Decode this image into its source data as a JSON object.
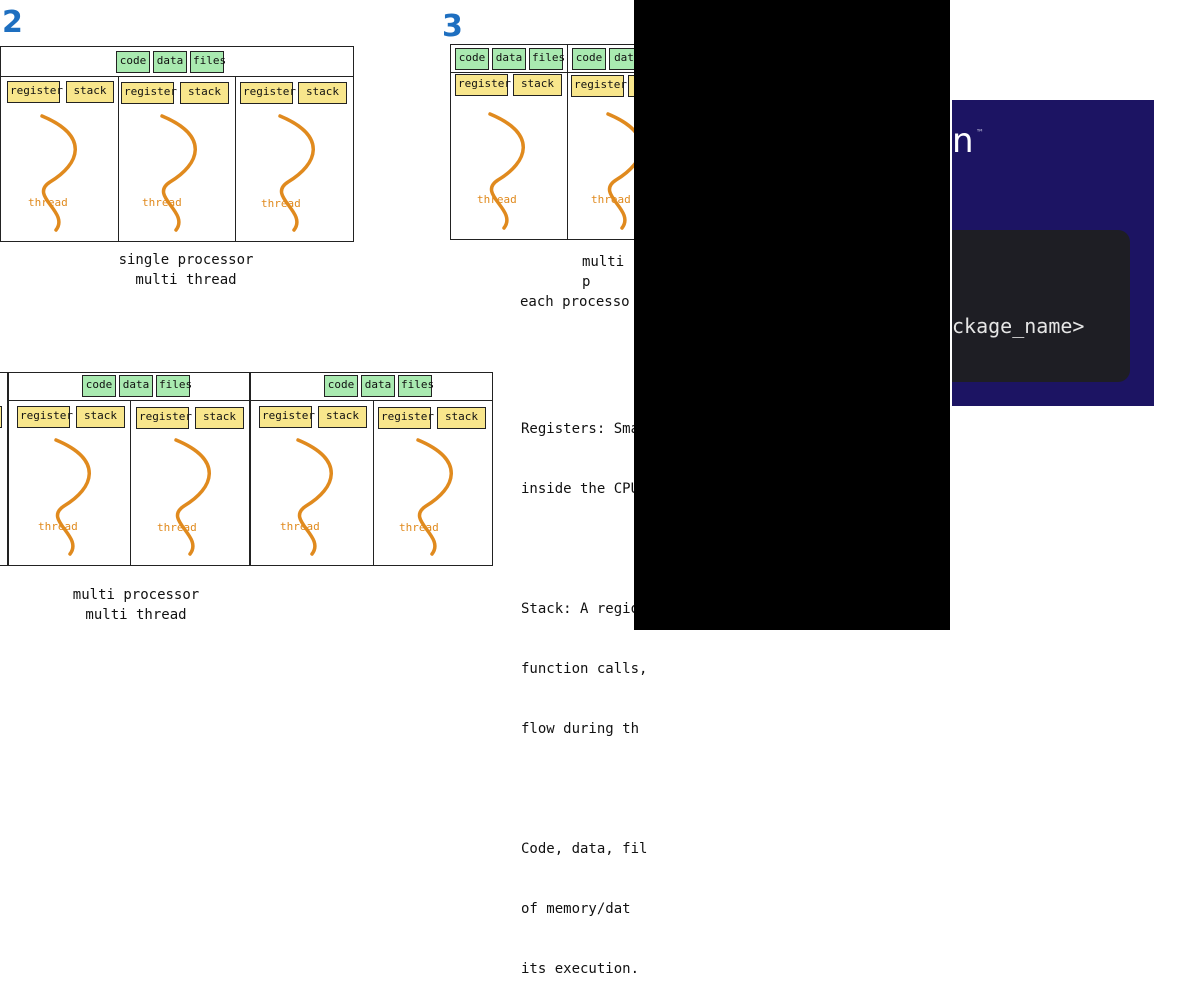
{
  "diagram2": {
    "number": "2",
    "shared": [
      "code",
      "data",
      "files"
    ],
    "threads": [
      {
        "reg": "register",
        "stack": "stack",
        "label": "thread"
      },
      {
        "reg": "register",
        "stack": "stack",
        "label": "thread"
      },
      {
        "reg": "register",
        "stack": "stack",
        "label": "thread"
      }
    ],
    "caption_line1": "single processor",
    "caption_line2": "multi thread"
  },
  "diagram3": {
    "number": "3",
    "shared_a": [
      "code",
      "data",
      "files"
    ],
    "shared_b": [
      "code",
      "dat"
    ],
    "reg_a": "register",
    "stack_a": "stack",
    "reg_b": "register",
    "thread_a": "thread",
    "thread_b": "thread",
    "caption_line1": "multi p",
    "caption_line2": "each processo"
  },
  "diagram4": {
    "groups": [
      {
        "shared": [
          "code",
          "data",
          "files"
        ]
      },
      {
        "shared": [
          "code",
          "data",
          "files"
        ]
      }
    ],
    "threads": [
      {
        "reg": "register",
        "stack": "stack",
        "label": "thread"
      },
      {
        "reg": "register",
        "stack": "stack",
        "label": "thread"
      },
      {
        "reg": "register",
        "stack": "stack",
        "label": "thread"
      },
      {
        "reg": "register",
        "stack": "stack",
        "label": "thread"
      }
    ],
    "caption_line1": "multi processor",
    "caption_line2": "multi thread"
  },
  "notes": {
    "registers_1": "Registers: Sma",
    "registers_2": "inside the CPU",
    "stack_1": "Stack: A regio",
    "stack_2": "function calls,",
    "stack_3": "flow during th",
    "code_1": "Code, data, fil",
    "code_2": "of memory/dat",
    "code_3": "its execution."
  },
  "overlay": {
    "logo_fragment": "n",
    "trademark": "™",
    "terminal_text": "ckage_name>",
    "card_color": "#1c1463",
    "terminal_color": "#1e1e24"
  },
  "colors": {
    "number": "#1e6fc0",
    "shared_box": "#a9eab0",
    "thread_box": "#f8e68c",
    "thread": "#e08a1e"
  }
}
